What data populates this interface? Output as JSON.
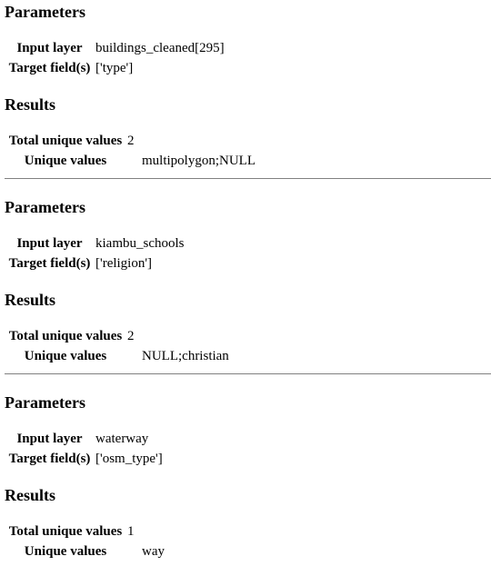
{
  "runs": [
    {
      "parameters_heading": "Parameters",
      "params": [
        {
          "key": "Input layer",
          "value": "buildings_cleaned[295]"
        },
        {
          "key": "Target field(s)",
          "value": "['type']"
        }
      ],
      "results_heading": "Results",
      "results": [
        {
          "key": "Total unique values",
          "value": "2"
        },
        {
          "key": "Unique values",
          "value": "multipolygon;NULL"
        }
      ]
    },
    {
      "parameters_heading": "Parameters",
      "params": [
        {
          "key": "Input layer",
          "value": "kiambu_schools"
        },
        {
          "key": "Target field(s)",
          "value": "['religion']"
        }
      ],
      "results_heading": "Results",
      "results": [
        {
          "key": "Total unique values",
          "value": "2"
        },
        {
          "key": "Unique values",
          "value": "NULL;christian"
        }
      ]
    },
    {
      "parameters_heading": "Parameters",
      "params": [
        {
          "key": "Input layer",
          "value": "waterway"
        },
        {
          "key": "Target field(s)",
          "value": "['osm_type']"
        }
      ],
      "results_heading": "Results",
      "results": [
        {
          "key": "Total unique values",
          "value": "1"
        },
        {
          "key": "Unique values",
          "value": "way"
        }
      ]
    }
  ]
}
